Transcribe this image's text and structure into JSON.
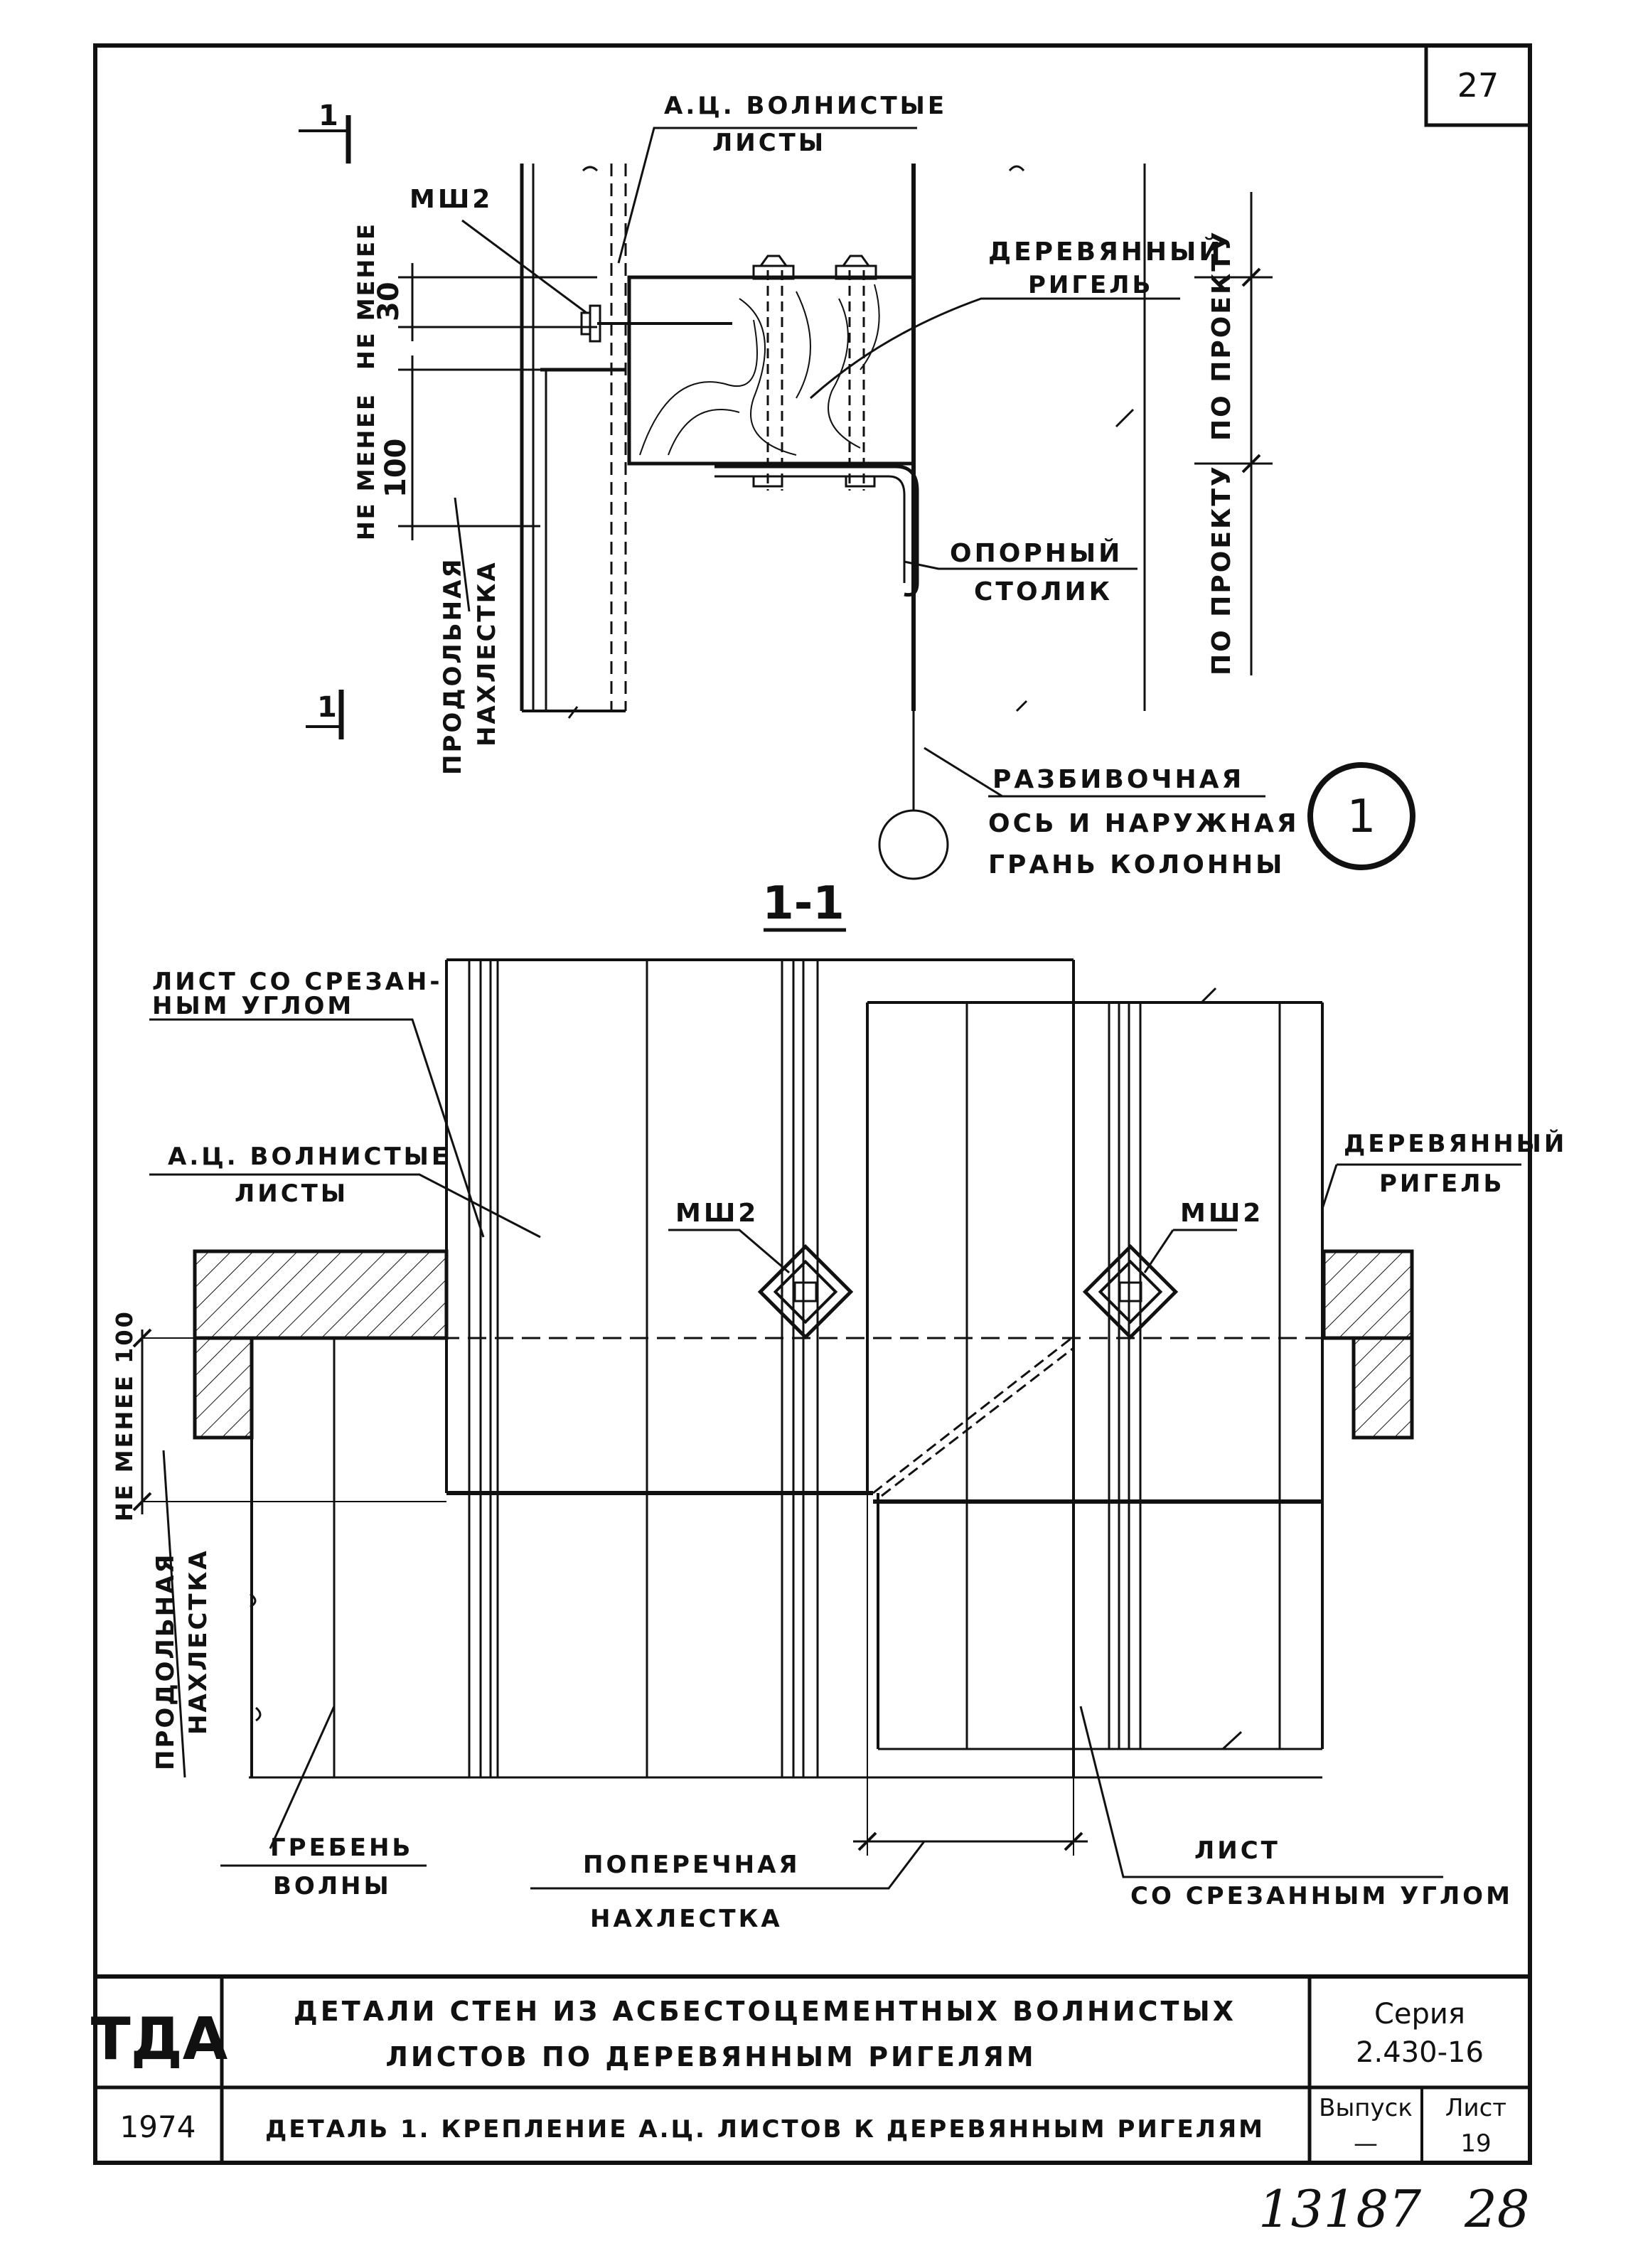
{
  "sheet_number": "27",
  "top_detail": {
    "section_mark": "1",
    "labels": {
      "sheets_line1": "А.Ц. ВОЛНИСТЫЕ",
      "sheets_line2": "ЛИСТЫ",
      "bolt": "МШ2",
      "beam_line1": "ДЕРЕВЯННЫЙ",
      "beam_line2": "РИГЕЛЬ",
      "per_project_1": "ПО ПРОЕКТУ",
      "per_project_2": "ПО ПРОЕКТУ",
      "support_line1": "ОПОРНЫЙ",
      "support_line2": "СТОЛИК",
      "axis_line1": "РАЗБИВОЧНАЯ",
      "axis_line2": "ОСЬ И НАРУЖНАЯ",
      "axis_line3": "ГРАНЬ КОЛОННЫ",
      "long_overlap_line1": "ПРОДОЛЬНАЯ",
      "long_overlap_line2": "НАХЛЕСТКА"
    },
    "dims": {
      "min_30_caption": "НЕ МЕНЕЕ",
      "min_30_value": "30",
      "min_100_caption": "НЕ МЕНЕЕ",
      "min_100_value": "100"
    },
    "detail_number": "1"
  },
  "section_view": {
    "title": "1-1",
    "labels": {
      "cut_corner_line1": "ЛИСТ СО СРЕЗАН-",
      "cut_corner_line2": "НЫМ УГЛОМ",
      "sheets_line1": "А.Ц. ВОЛНИСТЫЕ",
      "sheets_line2": "ЛИСТЫ",
      "bolt_left": "МШ2",
      "bolt_right": "МШ2",
      "beam_line1": "ДЕРЕВЯННЫЙ",
      "beam_line2": "РИГЕЛЬ",
      "min_100": "НЕ МЕНЕЕ 100",
      "long_overlap_line1": "ПРОДОЛЬНАЯ",
      "long_overlap_line2": "НАХЛЕСТКА",
      "crest_line1": "ГРЕБЕНЬ",
      "crest_line2": "ВОЛНЫ",
      "cross_overlap_line1": "ПОПЕРЕЧНАЯ",
      "cross_overlap_line2": "НАХЛЕСТКА",
      "sheet_cut_line1": "ЛИСТ",
      "sheet_cut_line2": "СО СРЕЗАННЫМ УГЛОМ"
    }
  },
  "title_block": {
    "org": "ТДА",
    "year": "1974",
    "title_line1": "ДЕТАЛИ СТЕН ИЗ АСБЕСТОЦЕМЕНТНЫХ ВОЛНИСТЫХ",
    "title_line2": "ЛИСТОВ ПО ДЕРЕВЯННЫМ РИГЕЛЯМ",
    "subtitle": "ДЕТАЛЬ 1. КРЕПЛЕНИЕ А.Ц. ЛИСТОВ К ДЕРЕВЯННЫМ РИГЕЛЯМ",
    "series_label": "Серия",
    "series_value": "2.430-16",
    "issue_label": "Выпуск",
    "issue_value": "—",
    "sheet_label": "Лист",
    "sheet_value": "19"
  },
  "handwritten_note": {
    "number": "13187",
    "page": "28"
  }
}
